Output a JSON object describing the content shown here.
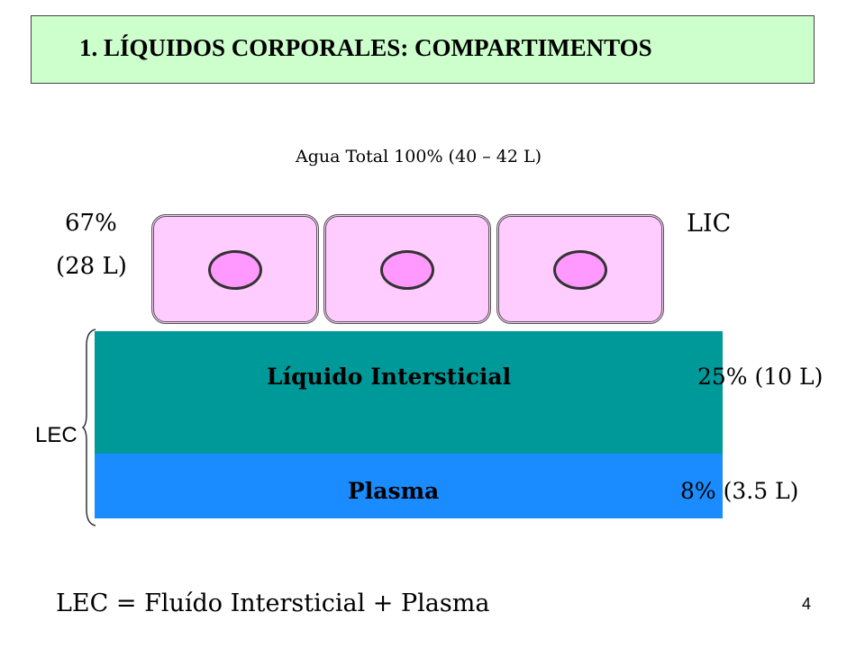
{
  "title": "1. LÍQUIDOS  CORPORALES: COMPARTIMENTOS",
  "agua_total": "Agua Total  100%  (40 – 42 L)",
  "lic": {
    "percent": "67%",
    "volume": "(28 L)",
    "label": "LIC"
  },
  "intersticial": {
    "label": "Líquido Intersticial",
    "percent": "25%  (10 L)"
  },
  "plasma": {
    "label": "Plasma",
    "percent": "8% (3.5 L)"
  },
  "lec_label": "LEC",
  "formula": "LEC = Fluído Intersticial + Plasma",
  "slide_number": "4",
  "colors": {
    "title_bg": "#ccffcc",
    "cell_fill": "#ffccff",
    "nucleus_fill": "#ff99ff",
    "intersticial_fill": "#009999",
    "plasma_fill": "#1a8cff"
  }
}
